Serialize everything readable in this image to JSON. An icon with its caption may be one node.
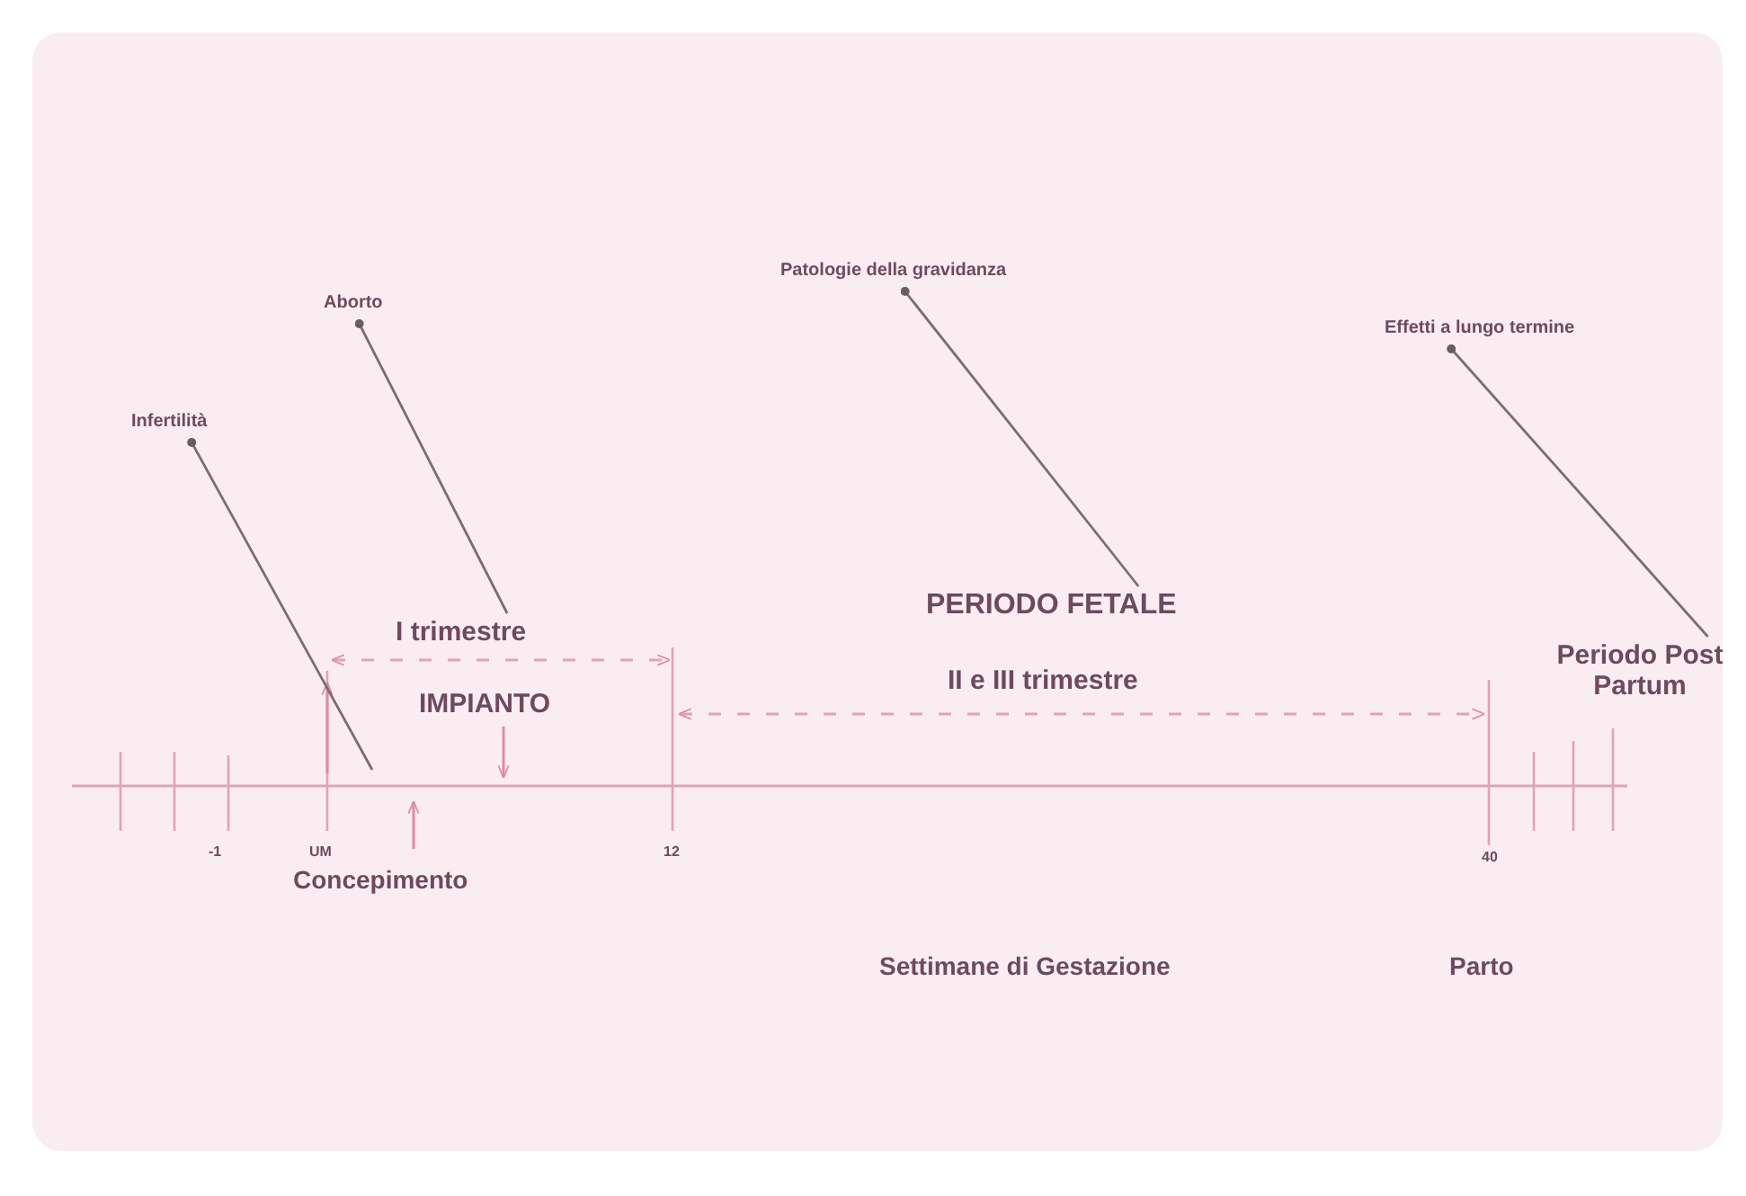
{
  "diagram": {
    "nodes": [
      {
        "text": [
          "Infertilità"
        ]
      },
      {
        "text": [
          "Aborto"
        ]
      },
      {
        "text": [
          "Patologie della gravidanza"
        ]
      },
      {
        "text": [
          "Effetti a lungo termine"
        ]
      },
      {
        "text": [
          "I trimestre"
        ]
      },
      {
        "text": [
          "PERIODO FETALE"
        ]
      },
      {
        "text": [
          "Periodo Post Partum"
        ]
      }
    ],
    "edges": [
      {
        "from": 0,
        "to": null,
        "arrow": "other"
      },
      {
        "from": 1,
        "to": 4,
        "arrow": "other"
      },
      {
        "from": 2,
        "to": 5,
        "arrow": "other"
      },
      {
        "from": 3,
        "to": 6,
        "arrow": "other"
      }
    ],
    "labels": [
      "IMPIANTO",
      "II e III trimestre",
      "-1",
      "UM",
      "12",
      "40",
      "Concepimento",
      "Settimane di Gestazione",
      "Parto"
    ]
  }
}
